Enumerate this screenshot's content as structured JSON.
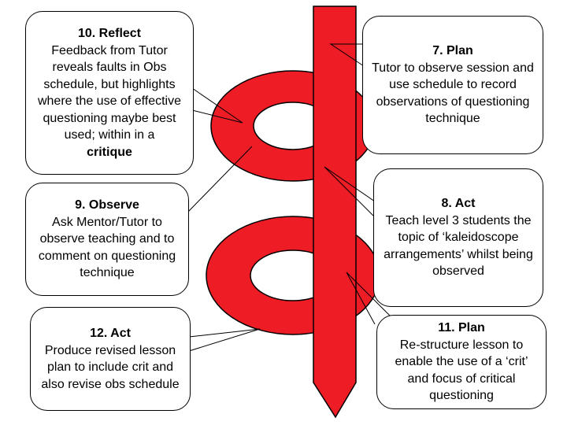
{
  "colors": {
    "spiral": "#ee1c24",
    "stroke": "#000000",
    "background": "#ffffff"
  },
  "callouts": {
    "reflect10": {
      "title": "10. Reflect",
      "body": "Feedback from Tutor reveals faults in Obs schedule, but highlights where the use of effective questioning maybe best used; within in a",
      "emphasis": "critique"
    },
    "observe9": {
      "title": "9. Observe",
      "body": "Ask Mentor/Tutor to observe teaching and to comment on questioning technique"
    },
    "act12": {
      "title": "12. Act",
      "body": "Produce revised lesson plan to include crit and also revise obs schedule"
    },
    "plan7": {
      "title": "7. Plan",
      "body": "Tutor to observe session and use schedule to record observations of questioning technique"
    },
    "act8": {
      "title": "8. Act",
      "body": "Teach level 3 students the topic of ‘kaleidoscope arrangements’ whilst being observed"
    },
    "plan11": {
      "title": "11. Plan",
      "body": "Re-structure lesson to enable the use of a ‘crit’ and focus of critical questioning"
    }
  }
}
